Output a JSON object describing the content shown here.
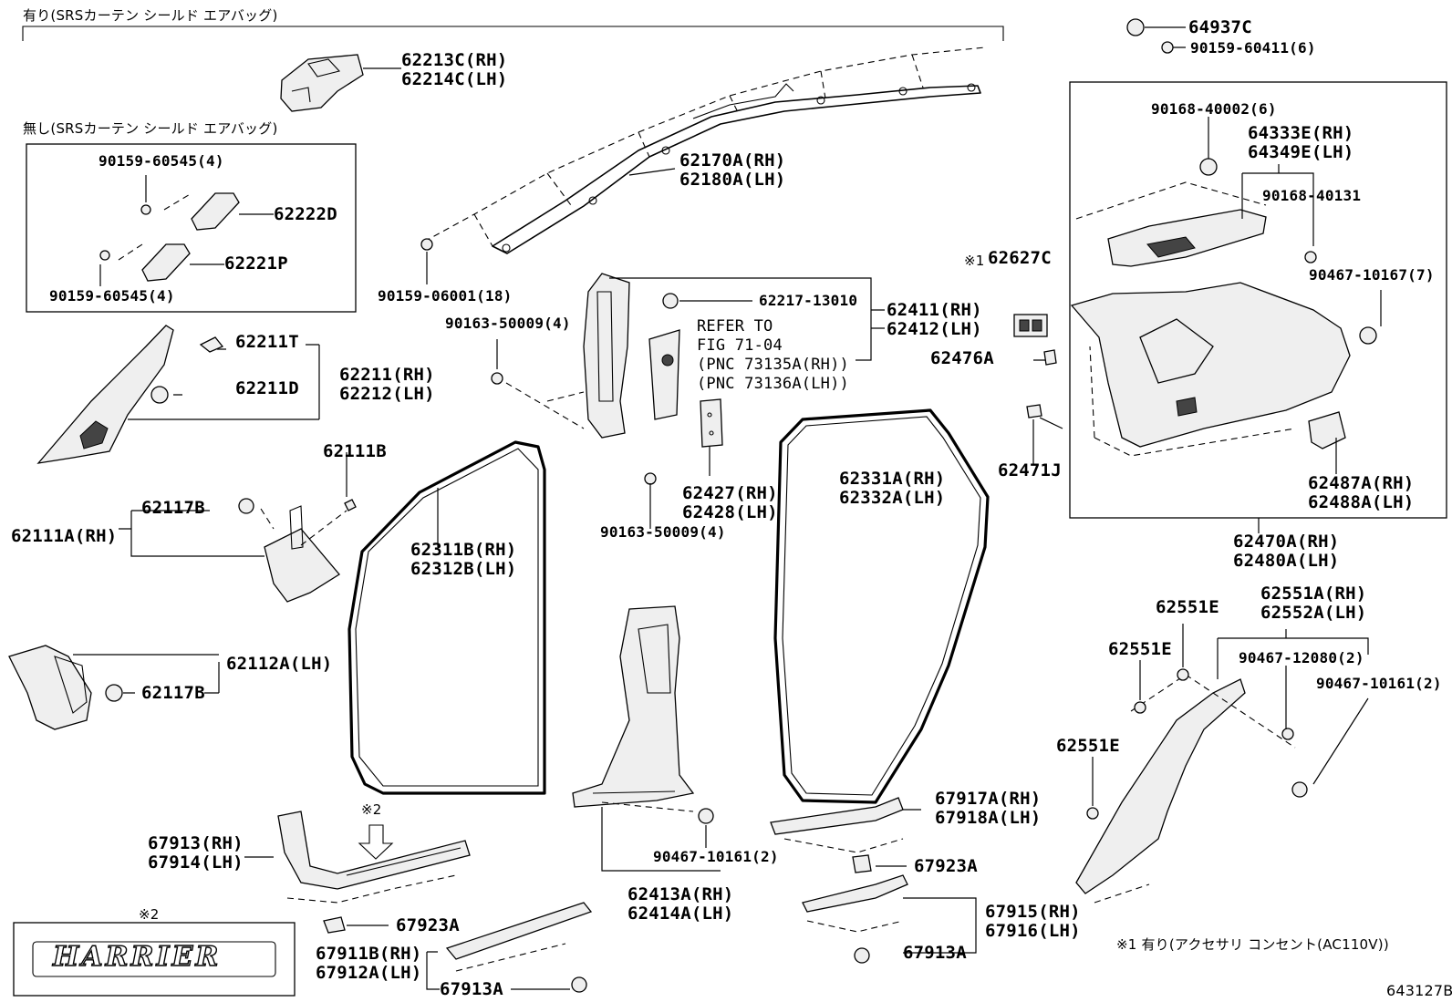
{
  "notes": {
    "with_srs": "有り(SRSカーテン シールド エアバッグ)",
    "without_srs": "無し(SRSカーテン シールド エアバッグ)",
    "note1": "※1 有り(アクセサリ コンセント(AC110V))",
    "mark1": "※1",
    "mark2": "※2",
    "mark2b": "※2"
  },
  "labels": {
    "p64937C": "64937C",
    "p90159_60411": "90159-60411(6)",
    "p62213C": "62213C(RH)",
    "p62214C": "62214C(LH)",
    "p90159_60545a": "90159-60545(4)",
    "p62222D": "62222D",
    "p62221P": "62221P",
    "p90159_60545b": "90159-60545(4)",
    "p62170A": "62170A(RH)",
    "p62180A": "62180A(LH)",
    "p90159_06001": "90159-06001(18)",
    "p90168_40002": "90168-40002(6)",
    "p64333E": "64333E(RH)",
    "p64349E": "64349E(LH)",
    "p90168_40131": "90168-40131",
    "p62627C": "62627C",
    "p90467_10167": "90467-10167(7)",
    "p62211T": "62211T",
    "p62211D": "62211D",
    "p62211": "62211(RH)",
    "p62212": "62212(LH)",
    "p62217": "62217-13010",
    "p62411": "62411(RH)",
    "p62412": "62412(LH)",
    "p90163_50009a": "90163-50009(4)",
    "ref1": "REFER TO",
    "ref2": "FIG 71-04",
    "ref3": "(PNC 73135A(RH))",
    "ref4": "(PNC 73136A(LH))",
    "p62476A": "62476A",
    "p62471J": "62471J",
    "p62111B": "62111B",
    "p62117Ba": "62117B",
    "p62111A": "62111A(RH)",
    "p62311B": "62311B(RH)",
    "p62312B": "62312B(LH)",
    "p62331A": "62331A(RH)",
    "p62332A": "62332A(LH)",
    "p62427": "62427(RH)",
    "p62428": "62428(LH)",
    "p90163_50009b": "90163-50009(4)",
    "p62487A": "62487A(RH)",
    "p62488A": "62488A(LH)",
    "p62470A": "62470A(RH)",
    "p62480A": "62480A(LH)",
    "p62112A": "62112A(LH)",
    "p62117Bb": "62117B",
    "p62551Ea": "62551E",
    "p62551A": "62551A(RH)",
    "p62552A": "62552A(LH)",
    "p62551Eb": "62551E",
    "p90467_12080": "90467-12080(2)",
    "p90467_10161a": "90467-10161(2)",
    "p62551Ec": "62551E",
    "p67917A": "67917A(RH)",
    "p67918A": "67918A(LH)",
    "p67913": "67913(RH)",
    "p67914": "67914(LH)",
    "p90467_10161b": "90467-10161(2)",
    "p67923Aa": "67923A",
    "p62413A": "62413A(RH)",
    "p62414A": "62414A(LH)",
    "p67923Ab": "67923A",
    "p67915": "67915(RH)",
    "p67916": "67916(LH)",
    "p67911B": "67911B(RH)",
    "p67912A": "67912A(LH)",
    "p67913Aa": "67913A",
    "p67913Ab": "67913A",
    "fig_code": "643127B"
  },
  "logo": {
    "text": "HARRIER"
  }
}
